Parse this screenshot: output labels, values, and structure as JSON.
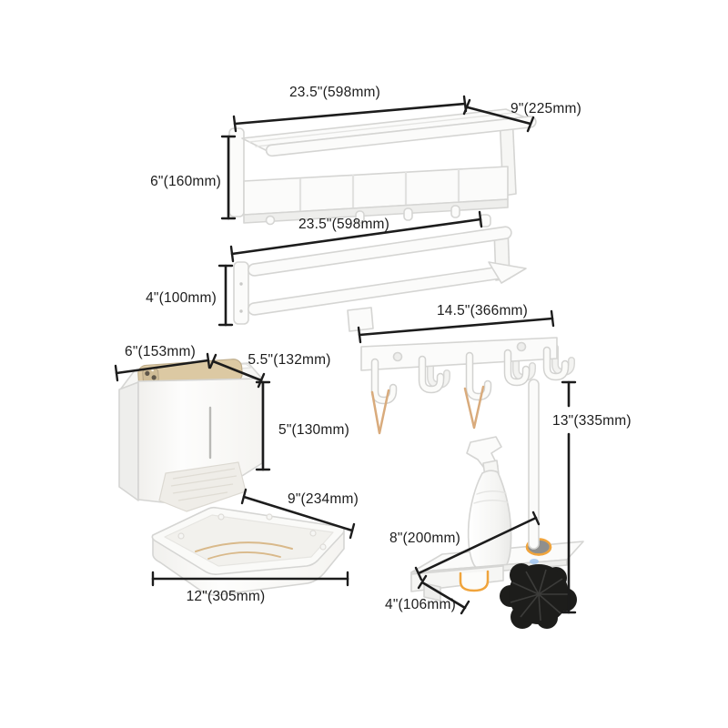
{
  "colors": {
    "background": "#ffffff",
    "dimension_line": "#1c1c1c",
    "product_outline": "#d5d5d3",
    "product_fill": "#fbfbfa",
    "shade_fill": "#eeeeec",
    "accent_orange": "#f0a43c",
    "string_tan": "#d9ab7c",
    "tray_gold": "#d9b98a",
    "brush_black": "#1d1d1b",
    "phone_gold": "#dcc9a3",
    "led_blue": "#a5c9f2",
    "grommet_gray": "#8f8f8d"
  },
  "items": {
    "towel_shelf": {
      "width": "23.5\"(598mm)",
      "depth": "9\"(225mm)",
      "height": "6\"(160mm)"
    },
    "towel_bar": {
      "width": "23.5\"(598mm)",
      "height": "4\"(100mm)"
    },
    "hook_rail": {
      "width": "14.5\"(366mm)"
    },
    "tissue_holder": {
      "width": "6\"(153mm)",
      "depth": "5.5\"(132mm)",
      "height": "5\"(130mm)"
    },
    "corner_tray": {
      "edge": "9\"(234mm)",
      "width": "12\"(305mm)"
    },
    "brush_holder": {
      "height": "13\"(335mm)",
      "width": "8\"(200mm)",
      "depth": "4\"(106mm)"
    }
  }
}
